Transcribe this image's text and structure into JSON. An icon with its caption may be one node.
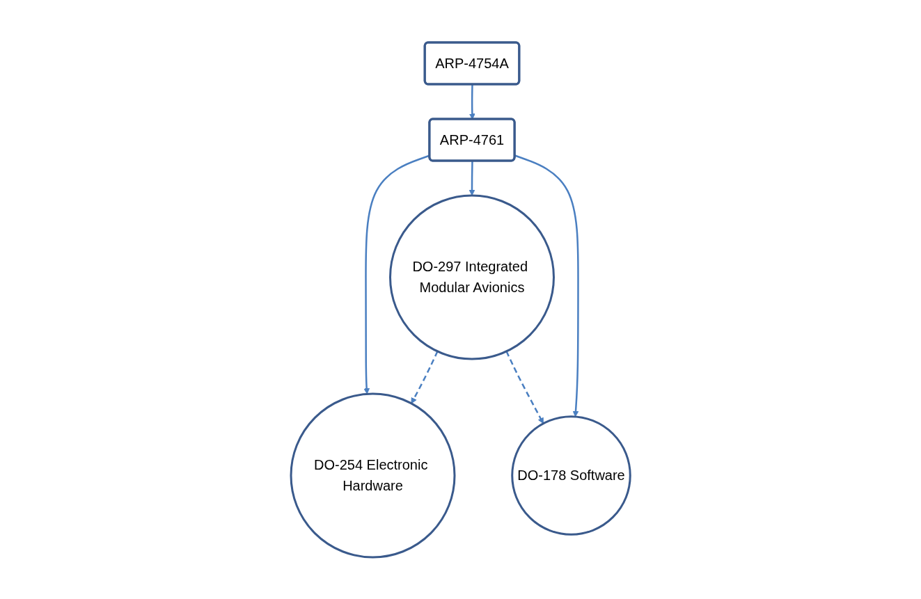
{
  "diagram": {
    "nodes": [
      {
        "text": [
          "ARP-4754A"
        ]
      },
      {
        "text": [
          "ARP-4761"
        ]
      },
      {
        "text": [
          "DO-254 Electronic Hardware"
        ]
      },
      {
        "text": [
          "DO-297 Integrated Modular Avionics"
        ]
      },
      {
        "text": [
          "DO-178 Software"
        ]
      }
    ],
    "edges": [
      {
        "from": 0,
        "to": 1,
        "arrow": "to"
      },
      {
        "from": 1,
        "to": 2,
        "arrow": "to"
      },
      {
        "from": 1,
        "to": 3,
        "arrow": "to"
      },
      {
        "from": 1,
        "to": 4,
        "arrow": "to"
      },
      {
        "from": 3,
        "to": 2,
        "arrow": "to",
        "style": "dashed"
      },
      {
        "from": 3,
        "to": 4,
        "arrow": "to",
        "style": "dashed"
      }
    ]
  }
}
